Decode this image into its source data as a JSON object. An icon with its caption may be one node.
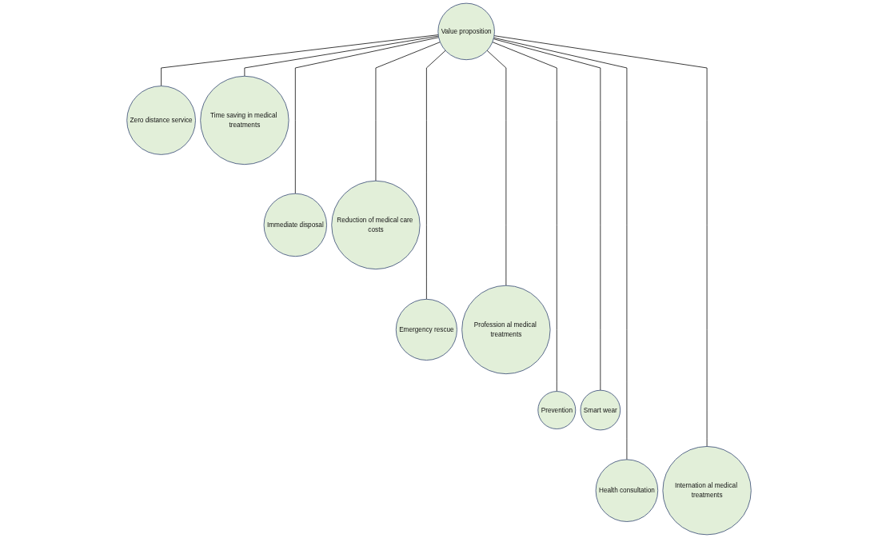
{
  "diagram": {
    "nodes": [
      {
        "text": [
          "Value proposition"
        ]
      },
      {
        "text": [
          "Zero distance service"
        ]
      },
      {
        "text": [
          "Immediate disposal"
        ]
      },
      {
        "text": [
          "Emergency rescue"
        ]
      },
      {
        "text": [
          "Prevention"
        ]
      },
      {
        "text": [
          "Health consultation"
        ]
      },
      {
        "text": [
          "Internation al medical treatments"
        ]
      },
      {
        "text": [
          "Smart wear"
        ]
      },
      {
        "text": [
          "Profession al medical treatments"
        ]
      },
      {
        "text": [
          "Reduction of medical care costs"
        ]
      },
      {
        "text": [
          "Time saving in medical treatments"
        ]
      }
    ],
    "edges": [
      {
        "from": 0,
        "to": 1,
        "arrow": "none"
      },
      {
        "from": 0,
        "to": 2,
        "arrow": "none"
      },
      {
        "from": 0,
        "to": 3,
        "arrow": "none"
      },
      {
        "from": 0,
        "to": 4,
        "arrow": "none"
      },
      {
        "from": 0,
        "to": 5,
        "arrow": "none"
      },
      {
        "from": 0,
        "to": 6,
        "arrow": "none"
      },
      {
        "from": 0,
        "to": 7,
        "arrow": "none"
      },
      {
        "from": 0,
        "to": 8,
        "arrow": "none"
      },
      {
        "from": 0,
        "to": 9,
        "arrow": "none"
      },
      {
        "from": 0,
        "to": 10,
        "arrow": "none"
      }
    ]
  }
}
